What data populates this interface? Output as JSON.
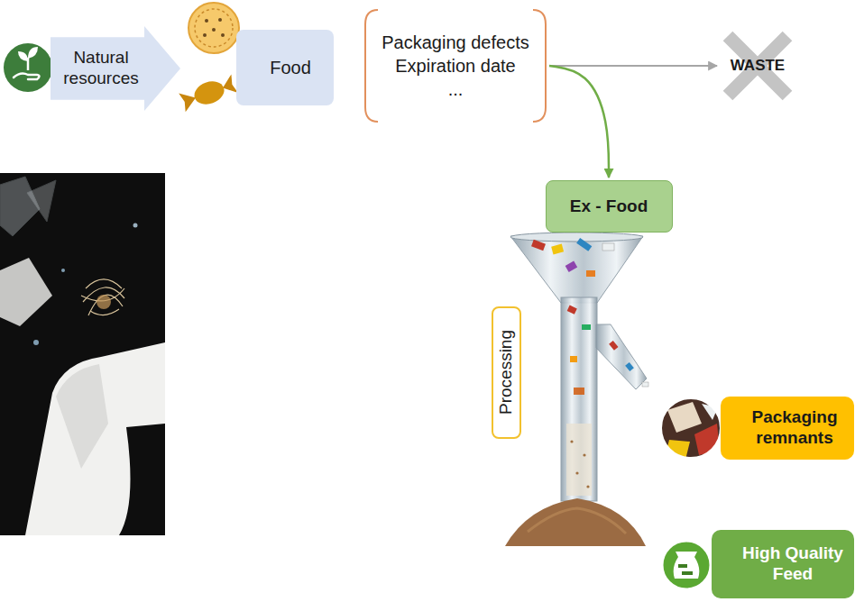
{
  "diagram": {
    "nodes": [
      {
        "text": [
          "Natural resources"
        ]
      },
      {
        "text": [
          "Food"
        ]
      },
      {
        "text": [
          "Packaging defects",
          "Expiration date",
          "..."
        ]
      },
      {
        "text": [
          "WASTE"
        ]
      },
      {
        "text": [
          "Ex - Food"
        ]
      },
      {
        "text": [
          "Processing"
        ]
      },
      {
        "text": [
          "Packaging remnants"
        ]
      },
      {
        "text": [
          "High Quality Feed"
        ]
      }
    ],
    "edges": [
      {
        "from": 2,
        "to": 3,
        "arrow": "to"
      },
      {
        "from": 2,
        "to": 4,
        "arrow": "to"
      }
    ]
  }
}
